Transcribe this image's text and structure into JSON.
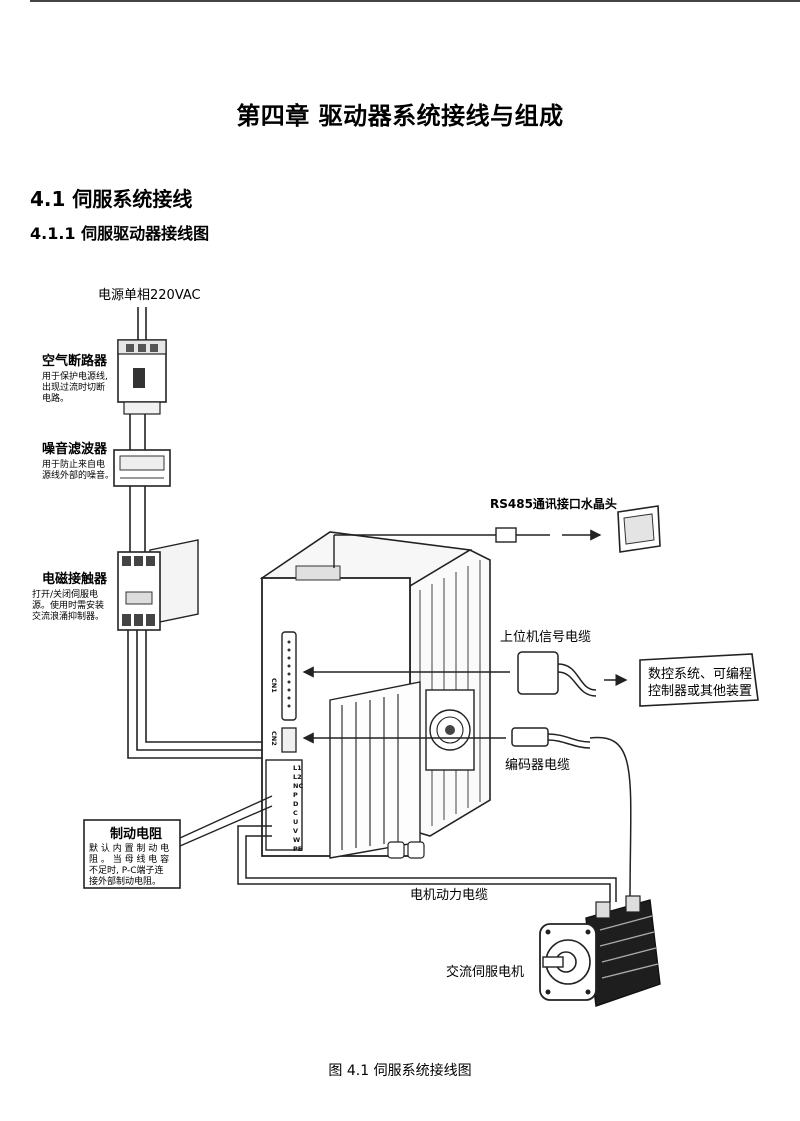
{
  "page": {
    "chapter_title": "第四章 驱动器系统接线与组成",
    "section_title": "4.1 伺服系统接线",
    "subsection_title": "4.1.1 伺服驱动器接线图",
    "caption": "图 4.1 伺服系统接线图"
  },
  "diagram": {
    "power_label": "电源单相220VAC",
    "breaker": {
      "title": "空气断路器",
      "desc": [
        "用于保护电源线,",
        "出现过流时切断",
        "电路。"
      ]
    },
    "filter": {
      "title": "噪音滤波器",
      "desc": [
        "用于防止来自电",
        "源线外部的噪音。"
      ]
    },
    "contactor": {
      "title": "电磁接触器",
      "desc": [
        "打开/关闭伺服电",
        "源。使用时需安装",
        "交流浪涌抑制器。"
      ]
    },
    "rs485_label": "RS485通讯接口水晶头",
    "host_cable_label": "上位机信号电缆",
    "controller_box": [
      "数控系统、可编程",
      "控制器或其他装置"
    ],
    "encoder_cable_label": "编码器电缆",
    "brake_resistor": {
      "title": "制动电阻",
      "desc": [
        "默 认 内 置 制 动 电",
        "阻 。 当 母 线 电 容",
        "不足时, P-C端子连",
        "接外部制动电阻。"
      ]
    },
    "motor_power_cable_label": "电机动力电缆",
    "motor_label": "交流伺服电机",
    "terminal_pins": [
      "L1",
      "L2",
      "NC",
      "P",
      "D",
      "C",
      "U",
      "V",
      "W",
      "PE"
    ],
    "cn1_label": "CN1",
    "cn2_label": "CN2"
  }
}
